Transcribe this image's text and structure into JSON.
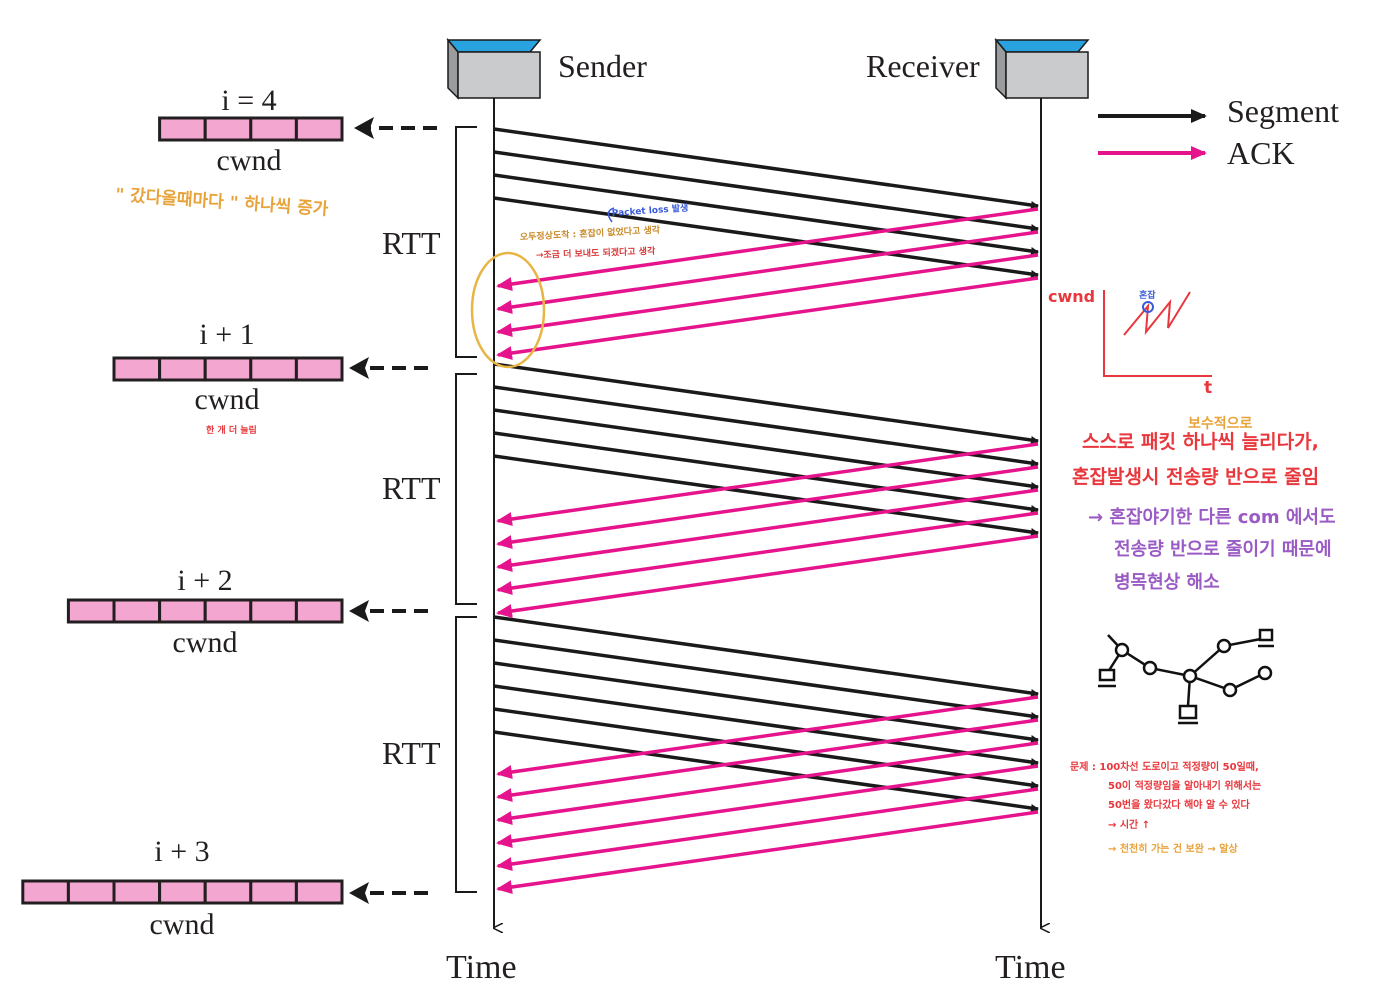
{
  "colors": {
    "segment": "#1a1a1a",
    "ack": "#e6148c",
    "cwnd_fill": "#f3a6d0",
    "cwnd_border": "#231f20",
    "host_top": "#29a3e0",
    "host_body": "#c9cbcd",
    "note_orange": "#e8a33a",
    "note_blue": "#3a5bd9",
    "note_red": "#e8383d",
    "note_purple": "#9b5bc4"
  },
  "hosts": {
    "sender_label": "Sender",
    "receiver_label": "Receiver",
    "time_label": "Time"
  },
  "legend": {
    "segment_label": "Segment",
    "ack_label": "ACK"
  },
  "rtt_label": "RTT",
  "rounds": [
    {
      "title": "i = 4",
      "cwnd_label": "cwnd",
      "boxes": 4
    },
    {
      "title": "i + 1",
      "cwnd_label": "cwnd",
      "boxes": 5
    },
    {
      "title": "i + 2",
      "cwnd_label": "cwnd",
      "boxes": 6
    },
    {
      "title": "i + 3",
      "cwnd_label": "cwnd",
      "boxes": 7
    }
  ],
  "notes": {
    "ack_increase": "\" 갔다올때마다 \" 하나씩 증가",
    "packet_loss": "Packet loss 발생",
    "all_ok_1": "오두정상도착 : 혼잡이 없었다고 생각",
    "all_ok_2": "→조금 더 보내도 되겠다고 생각",
    "one_more": "한 개 더 늘림",
    "graph_y": "cwnd",
    "graph_x": "t",
    "graph_peak": "혼잡",
    "conservative": "보수적으로",
    "self_line1": "스스로 패킷 하나씩 늘리다가,",
    "self_line2": "혼잡발생시 전송량 반으로 줄임",
    "other_line1": "→ 혼잡야기한 다른 com 에서도",
    "other_line2": "전송량 반으로 줄이기 때문에",
    "other_line3": "병목현상 해소",
    "problem_1": "문제 : 100차선 도로이고 적정량이 50일때,",
    "problem_2": "50이 적정량임을 알아내기 위해서는",
    "problem_3": "50번을 왔다갔다 해야 알 수 있다",
    "problem_4": "→ 시간 ↑",
    "problem_5": "→ 천천히 가는 건 보완 → 알상"
  }
}
